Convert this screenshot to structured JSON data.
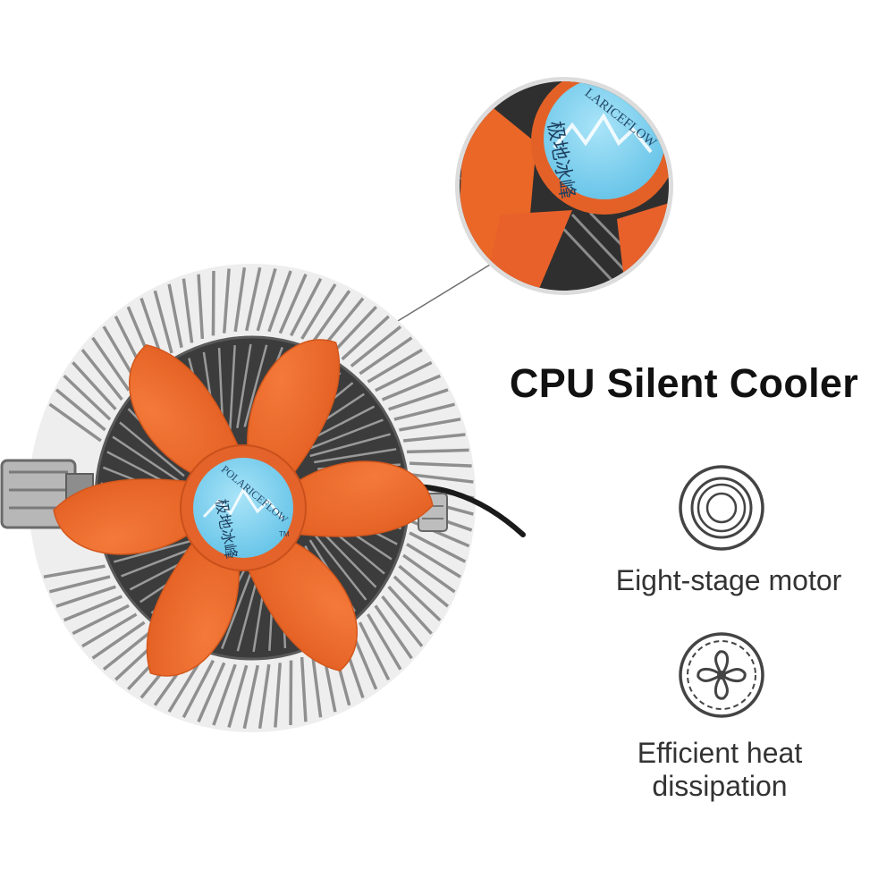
{
  "headline": "CPU Silent Cooler",
  "features": [
    {
      "icon": "motor-rings-icon",
      "label": "Eight-stage motor"
    },
    {
      "icon": "fan-blade-icon",
      "label": "Efficient heat dissipation"
    }
  ],
  "product": {
    "hub_brand": "POLARICEFLOW",
    "hub_chinese": "极地冰峰",
    "hub_tm": "TM",
    "zoom_brand": "LARICEFLOW",
    "zoom_chinese": "极地冰峰"
  },
  "colors": {
    "blade": "#ee6a2c",
    "hub_sticker": "#7fd0ee",
    "fins": "#9a9a9a",
    "icon_stroke": "#444444"
  }
}
